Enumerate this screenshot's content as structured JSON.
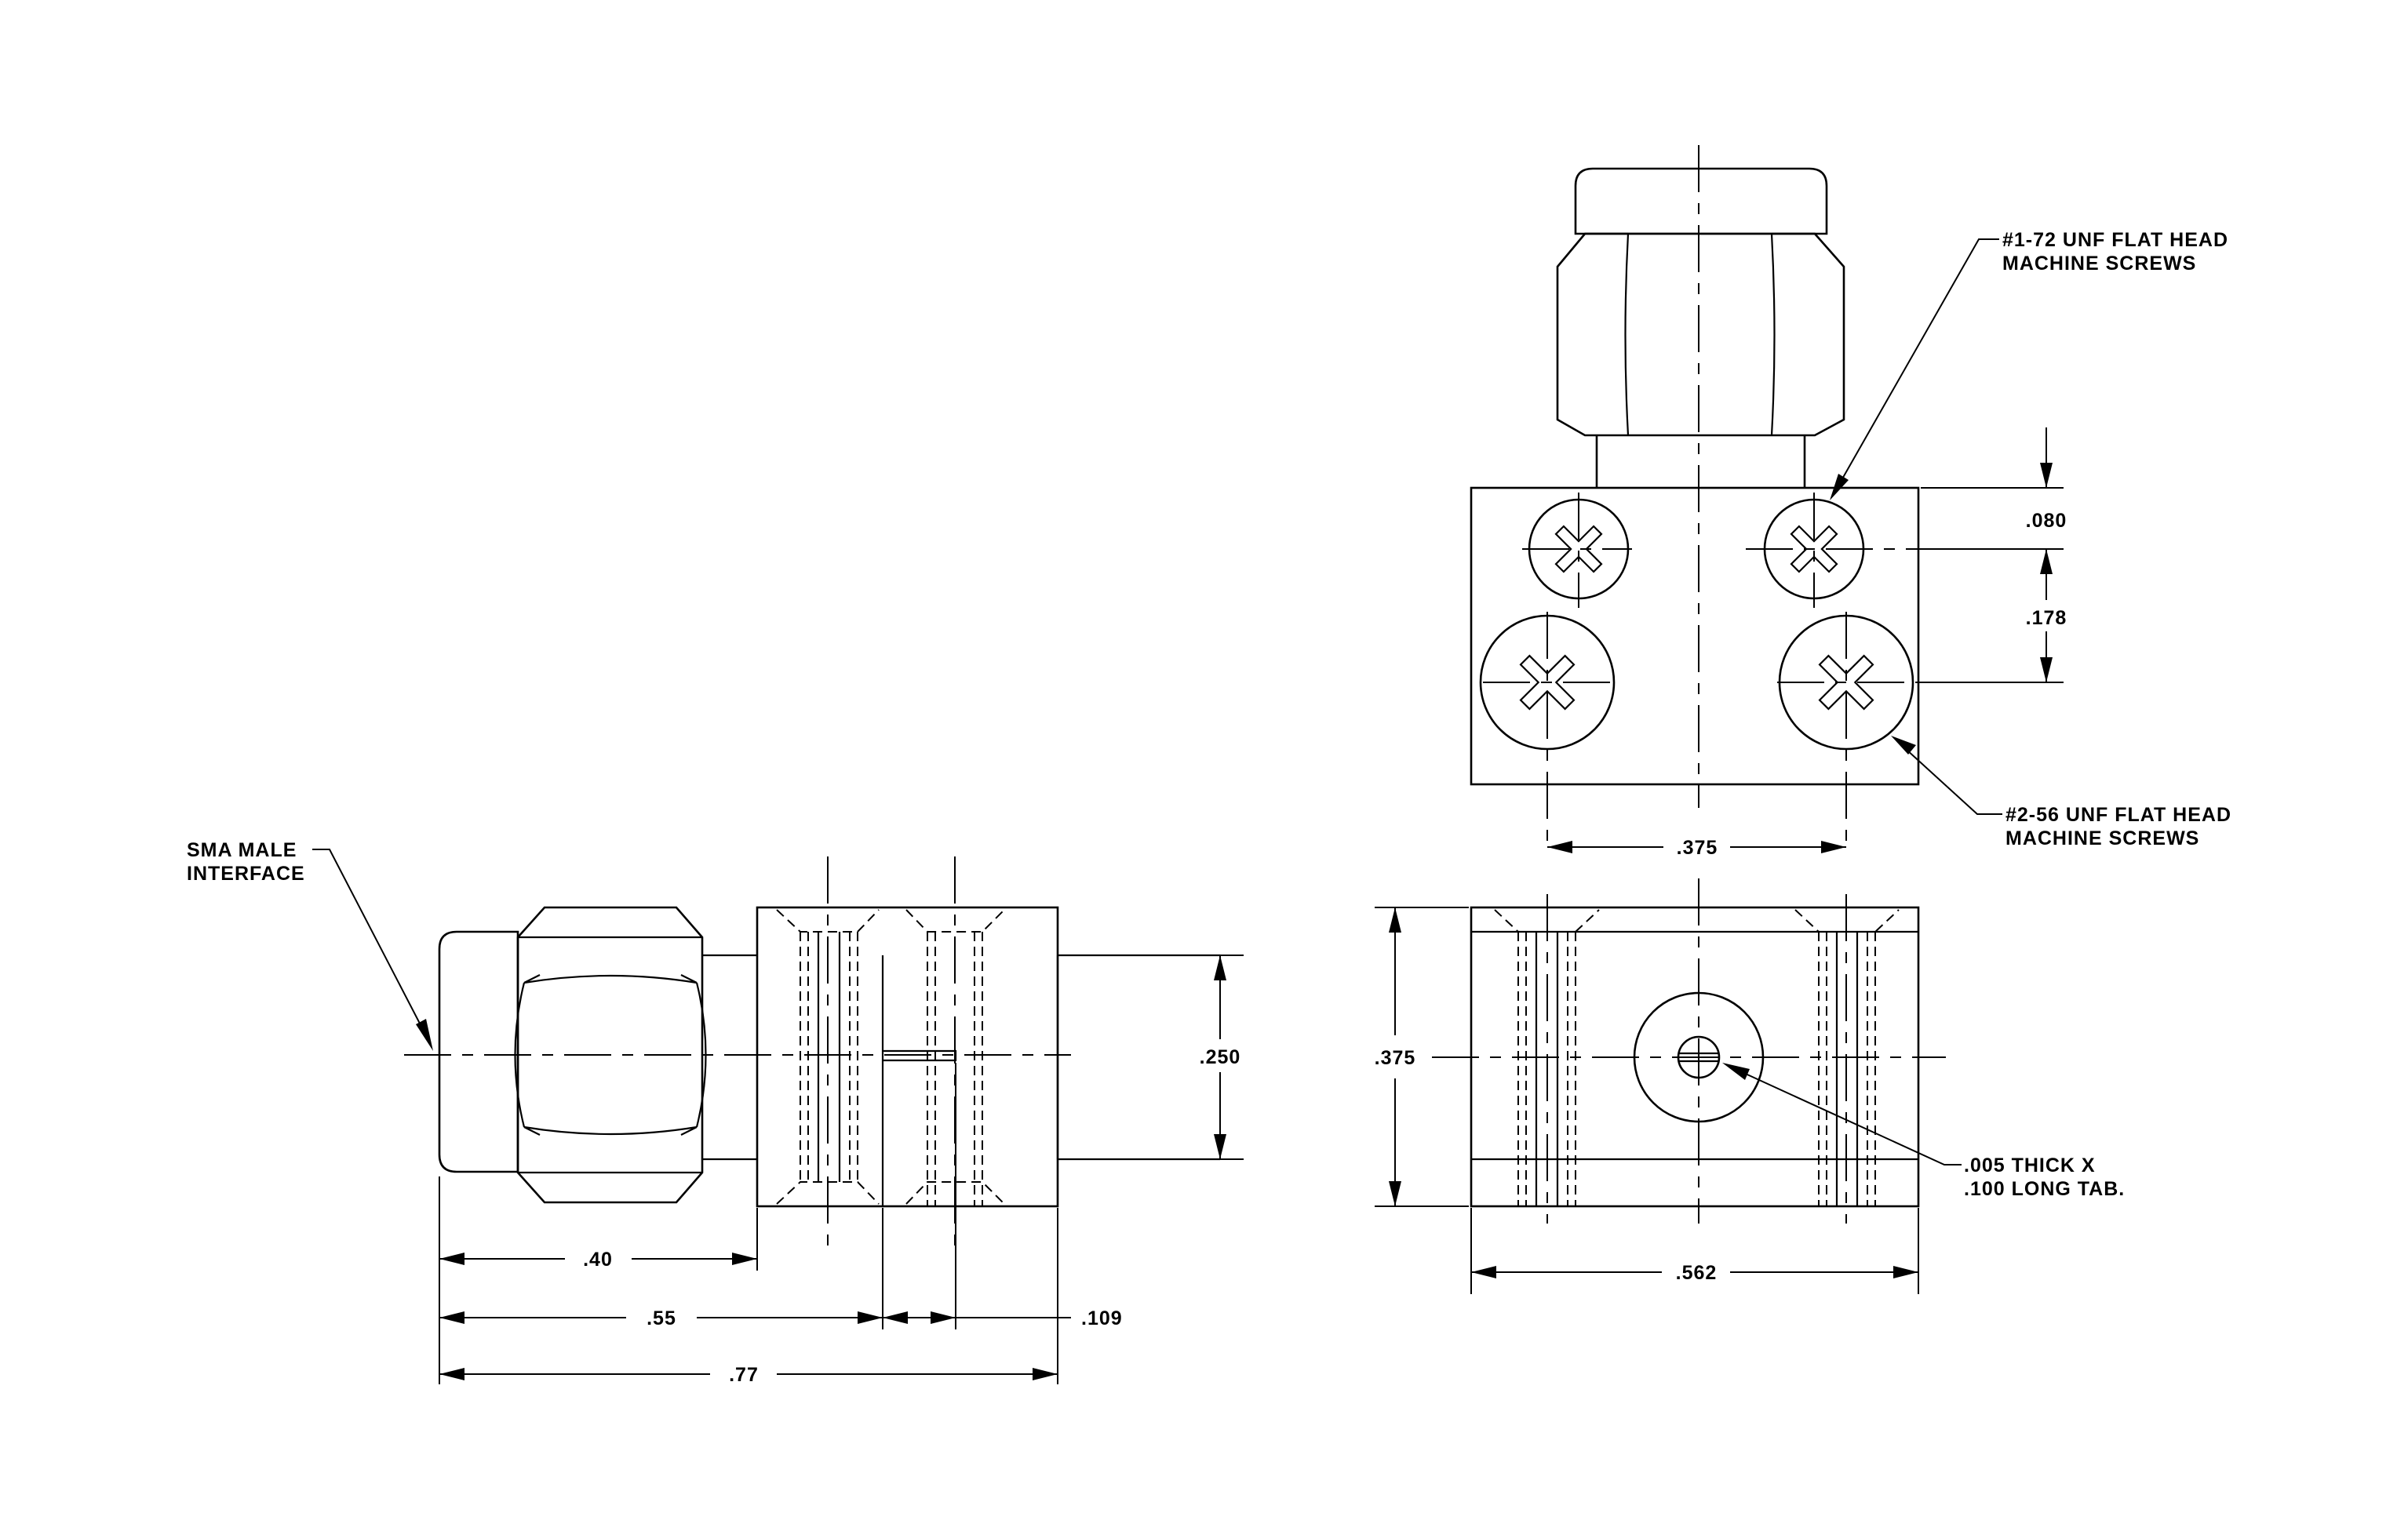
{
  "diagram": {
    "dimensions": {
      "side_plug_length": ".40",
      "side_tab_position": ".55",
      "side_tab_offset": ".109",
      "side_overall_length": ".77",
      "side_height": ".250",
      "end_height": ".375",
      "end_width": ".562",
      "top_screw_spacing": ".375",
      "top_edge_to_small_screw": ".080",
      "small_to_large_screw": ".178"
    },
    "callouts": {
      "sma_line1": "SMA MALE",
      "sma_line2": "INTERFACE",
      "small_screw_line1": "#1-72 UNF FLAT HEAD",
      "small_screw_line2": "MACHINE SCREWS",
      "large_screw_line1": "#2-56 UNF FLAT HEAD",
      "large_screw_line2": "MACHINE SCREWS",
      "tab_line1": ".005 THICK X",
      "tab_line2": ".100 LONG TAB."
    }
  }
}
